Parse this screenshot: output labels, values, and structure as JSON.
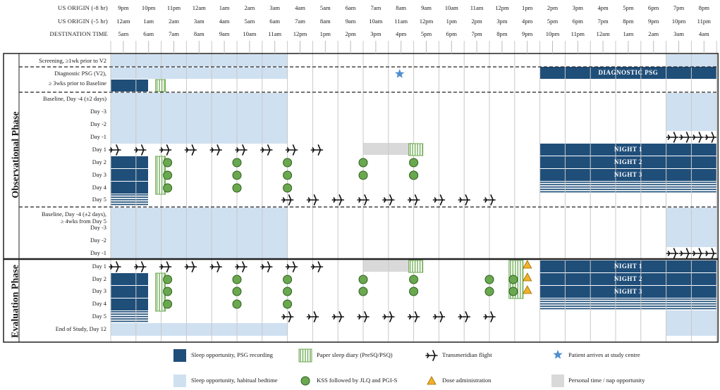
{
  "header": {
    "row_labels": [
      "US ORIGIN (-8 hr)",
      "US ORIGIN (-5 hr)",
      "DESTINATION TIME"
    ],
    "us_origin_8": [
      "9pm",
      "10pm",
      "11pm",
      "12am",
      "1am",
      "2am",
      "3am",
      "4am",
      "5am",
      "6am",
      "7am",
      "8am",
      "9am",
      "10am",
      "11am",
      "12pm",
      "1pm",
      "2pm",
      "3pm",
      "4pm",
      "5pm",
      "6pm",
      "7pm",
      "8pm"
    ],
    "us_origin_5": [
      "12am",
      "1am",
      "2am",
      "3am",
      "4am",
      "5am",
      "6am",
      "7am",
      "8am",
      "9am",
      "10am",
      "11am",
      "12pm",
      "1pm",
      "2pm",
      "3pm",
      "4pm",
      "5pm",
      "6pm",
      "7pm",
      "8pm",
      "9pm",
      "10pm",
      "11pm"
    ],
    "destination": [
      "5am",
      "6am",
      "7am",
      "8am",
      "9am",
      "10am",
      "11am",
      "12pm",
      "1pm",
      "2pm",
      "3pm",
      "4pm",
      "5pm",
      "6pm",
      "7pm",
      "8pm",
      "9pm",
      "10pm",
      "11pm",
      "12am",
      "1am",
      "2am",
      "3am",
      "4am"
    ]
  },
  "phases": {
    "observational": "Observational Phase",
    "evaluation": "Evaluation Phase"
  },
  "rows": [
    {
      "label": "Screening, ≥1wk prior to V2"
    },
    {
      "label": "Diagnostic PSG (V2),"
    },
    {
      "label": "≥ 3wks prior to Baseline"
    },
    {
      "label": "Baseline, Day -4 (±2 days)"
    },
    {
      "label": "Day -3"
    },
    {
      "label": "Day -2"
    },
    {
      "label": "Day -1"
    },
    {
      "label": "Day 1"
    },
    {
      "label": "Day 2"
    },
    {
      "label": "Day 3"
    },
    {
      "label": "Day 4"
    },
    {
      "label": "Day 5"
    },
    {
      "label": "Baseline, Day -4 (±2 days),"
    },
    {
      "label": "≥ 4wks from Day 5"
    },
    {
      "label": "Day -3"
    },
    {
      "label": "Day -2"
    },
    {
      "label": "Day -1"
    },
    {
      "label": "Day 1"
    },
    {
      "label": "Day 2"
    },
    {
      "label": "Day 3"
    },
    {
      "label": "Day 4"
    },
    {
      "label": "Day 5"
    },
    {
      "label": "End of Study, Day 12"
    }
  ],
  "bars": {
    "diagnostic_psg": "DIAGNOSTIC PSG",
    "night1": "NIGHT 1",
    "night2": "NIGHT 2",
    "night3": "NIGHT 3"
  },
  "legend": {
    "psg": "Sleep opportunity, PSG recording",
    "habitual": "Sleep opportunity, habitual bedtime",
    "diary": "Paper sleep diary (PreSQ/PSQ)",
    "kss": "KSS followed by JLQ and PGI-S",
    "flight": "Transmeridian flight",
    "dose": "Dose administration",
    "arrival": "Patient arrives at study centre",
    "personal": "Personal time / nap opportunity"
  },
  "colors": {
    "psg_blue": "#1f4e79",
    "habitual_blue": "#cfe0f1",
    "kss_green": "#6aa84f",
    "diary_green": "#6aa84f",
    "dose_orange": "#f1b12a",
    "personal_gray": "#d9d9d9",
    "star_blue": "#4f8fce"
  }
}
